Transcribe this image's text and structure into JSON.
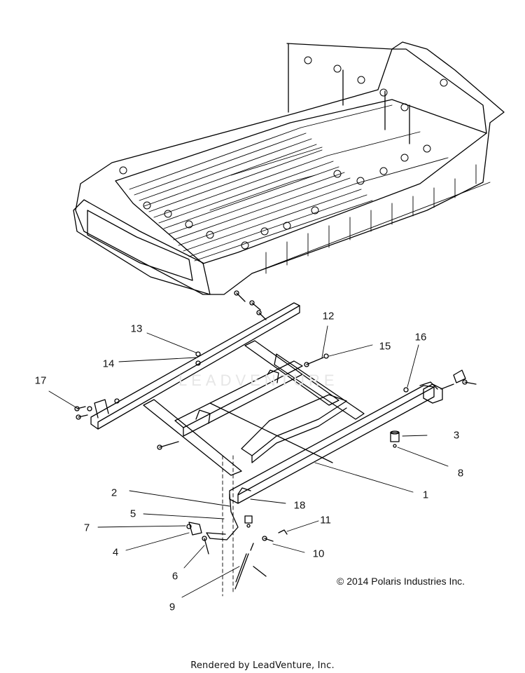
{
  "callouts": [
    {
      "id": "1",
      "text": "1"
    },
    {
      "id": "2",
      "text": "2"
    },
    {
      "id": "3",
      "text": "3"
    },
    {
      "id": "4",
      "text": "4"
    },
    {
      "id": "5",
      "text": "5"
    },
    {
      "id": "6",
      "text": "6"
    },
    {
      "id": "7",
      "text": "7"
    },
    {
      "id": "8",
      "text": "8"
    },
    {
      "id": "9",
      "text": "9"
    },
    {
      "id": "10",
      "text": "10"
    },
    {
      "id": "11",
      "text": "11"
    },
    {
      "id": "12",
      "text": "12"
    },
    {
      "id": "13",
      "text": "13"
    },
    {
      "id": "14",
      "text": "14"
    },
    {
      "id": "15",
      "text": "15"
    },
    {
      "id": "16",
      "text": "16"
    },
    {
      "id": "17",
      "text": "17"
    },
    {
      "id": "18",
      "text": "18"
    }
  ],
  "copyright": "© 2014 Polaris Industries Inc.",
  "rendered_by": "Rendered by LeadVenture, Inc.",
  "watermark": "LEADVENTURE"
}
